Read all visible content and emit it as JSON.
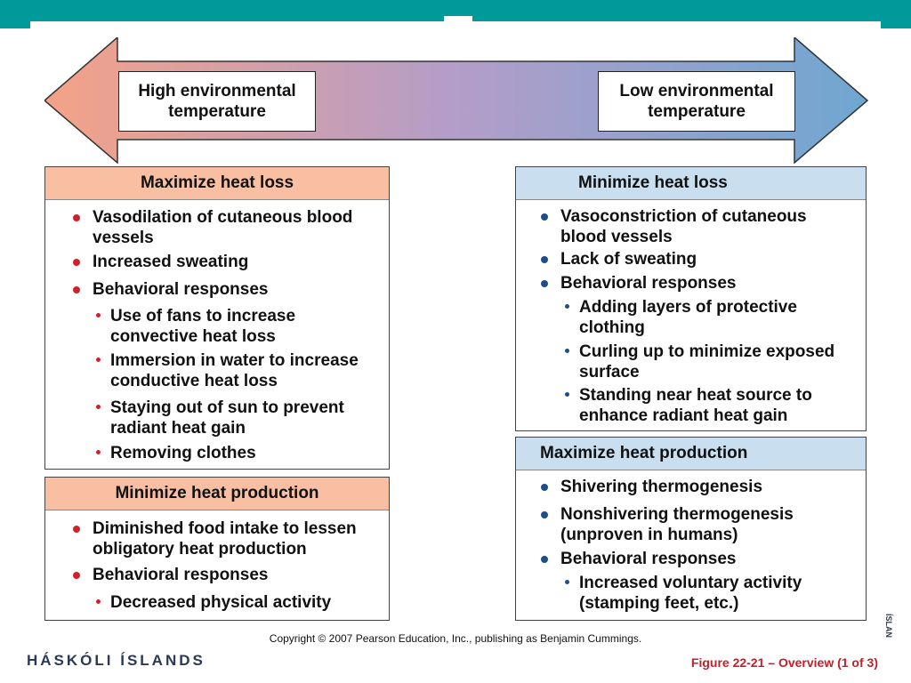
{
  "arrow": {
    "left_label": "High environmental temperature",
    "right_label": "Low environmental temperature",
    "colors": {
      "warm": "#f4a287",
      "mid": "#b39dc9",
      "cool": "#6fa7d1"
    }
  },
  "panels": {
    "maximize_heat_loss": {
      "title": "Maximize heat loss",
      "items": [
        {
          "text": "Vasodilation of cutaneous blood vessels",
          "level": 1
        },
        {
          "text": "Increased sweating",
          "level": 1
        },
        {
          "text": "Behavioral responses",
          "level": 1
        },
        {
          "text": "Use of fans to increase convective heat loss",
          "level": 2
        },
        {
          "text": "Immersion in water to increase conductive heat loss",
          "level": 2
        },
        {
          "text": "Staying out of sun to prevent radiant heat gain",
          "level": 2
        },
        {
          "text": "Removing clothes",
          "level": 2
        }
      ]
    },
    "minimize_heat_production": {
      "title": "Minimize heat production",
      "items": [
        {
          "text": "Diminished food intake to lessen obligatory heat production",
          "level": 1
        },
        {
          "text": "Behavioral responses",
          "level": 1
        },
        {
          "text": "Decreased physical activity",
          "level": 2
        }
      ]
    },
    "minimize_heat_loss": {
      "title": "Minimize heat loss",
      "items": [
        {
          "text": "Vasoconstriction of cutaneous blood vessels",
          "level": 1
        },
        {
          "text": "Lack of sweating",
          "level": 1
        },
        {
          "text": "Behavioral responses",
          "level": 1
        },
        {
          "text": "Adding layers of protective clothing",
          "level": 2
        },
        {
          "text": "Curling up to minimize exposed surface",
          "level": 2
        },
        {
          "text": "Standing near heat source to enhance radiant heat gain",
          "level": 2
        }
      ]
    },
    "maximize_heat_production": {
      "title": "Maximize heat production",
      "items": [
        {
          "text": "Shivering thermogenesis",
          "level": 1
        },
        {
          "text": "Nonshivering thermogenesis (unproven in humans)",
          "level": 1
        },
        {
          "text": "Behavioral responses",
          "level": 1
        },
        {
          "text": "Increased voluntary activity (stamping feet, etc.)",
          "level": 2
        }
      ]
    }
  },
  "copyright": "Copyright © 2007 Pearson Education, Inc., publishing as Benjamin Cummings.",
  "footer": {
    "left": "HÁSKÓLI ÍSLANDS",
    "right": "Figure 22-21 – Overview (1 of 3)",
    "side_logo": "ÍSLAN"
  },
  "colors": {
    "teal": "#009a9a",
    "bullet_red": "#d0202a",
    "bullet_blue": "#1f4e8c",
    "header_red": "#f9bfa3",
    "header_blue": "#c9dff0"
  }
}
